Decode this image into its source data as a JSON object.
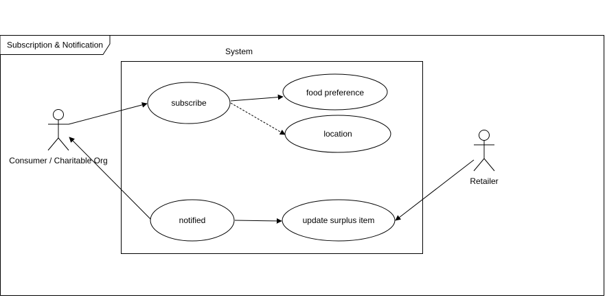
{
  "frame": {
    "title": "Subscription & Notification"
  },
  "system": {
    "label": "System"
  },
  "actors": {
    "consumer": {
      "label": "Consumer / Charitable Org"
    },
    "retailer": {
      "label": "Retailer"
    }
  },
  "use_cases": {
    "subscribe": "subscribe",
    "food_preference": "food preference",
    "location": "location",
    "notified": "notified",
    "update_surplus_item": "update surplus item"
  },
  "relationships": [
    {
      "from": "Consumer / Charitable Org",
      "to": "subscribe",
      "style": "solid"
    },
    {
      "from": "subscribe",
      "to": "food preference",
      "style": "solid"
    },
    {
      "from": "subscribe",
      "to": "location",
      "style": "dashed"
    },
    {
      "from": "notified",
      "to": "Consumer / Charitable Org",
      "style": "solid"
    },
    {
      "from": "notified",
      "to": "update surplus item",
      "style": "solid"
    },
    {
      "from": "Retailer",
      "to": "update surplus item",
      "style": "solid"
    }
  ],
  "colors": {
    "stroke": "#000000",
    "background": "#ffffff"
  }
}
